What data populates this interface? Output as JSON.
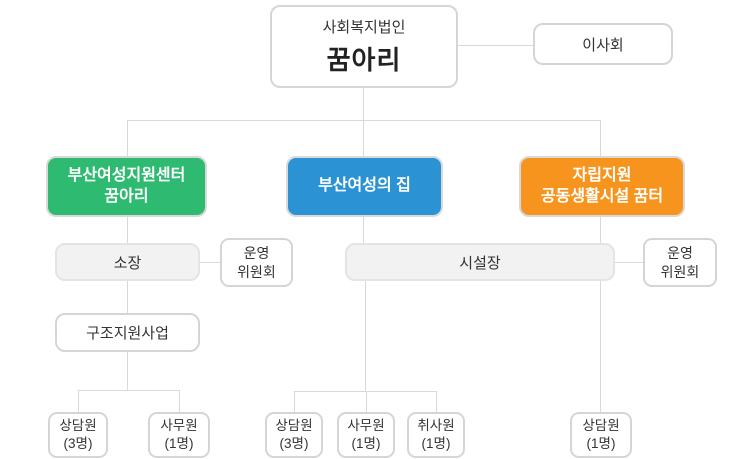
{
  "org_chart": {
    "root": {
      "line1": "사회복지법인",
      "line2": "꿈아리"
    },
    "board": "이사회",
    "branch_green": {
      "line1": "부산여성지원센터",
      "line2": "꿈아리"
    },
    "branch_blue": {
      "line1": "부산여성의 집"
    },
    "branch_orange": {
      "line1": "자립지원",
      "line2": "공동생활시설 꿈터"
    },
    "director_left": "소장",
    "committee_left": {
      "line1": "운영",
      "line2": "위원회"
    },
    "facility_head": "시설장",
    "committee_right": {
      "line1": "운영",
      "line2": "위원회"
    },
    "rescue_program": "구조지원사업",
    "staff": [
      {
        "role": "상담원",
        "count": "(3명)"
      },
      {
        "role": "사무원",
        "count": "(1명)"
      },
      {
        "role": "상담원",
        "count": "(3명)"
      },
      {
        "role": "사무원",
        "count": "(1명)"
      },
      {
        "role": "취사원",
        "count": "(1명)"
      },
      {
        "role": "상담원",
        "count": "(1명)"
      }
    ],
    "colors": {
      "green": "#2eba70",
      "blue": "#2b93d3",
      "orange": "#f7941d"
    }
  }
}
